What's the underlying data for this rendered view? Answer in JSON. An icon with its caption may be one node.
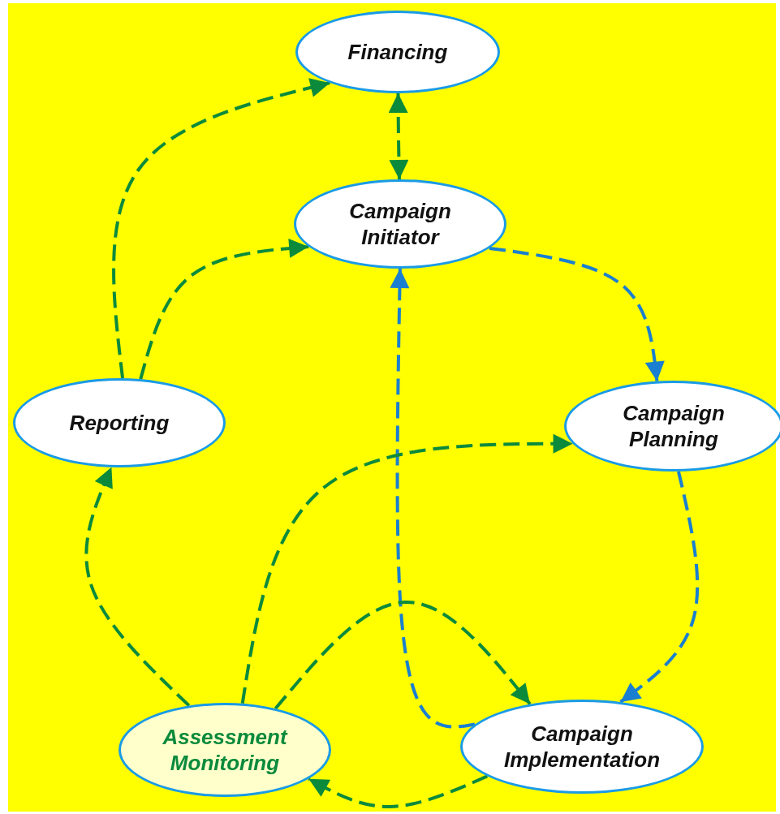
{
  "diagram": {
    "nodes": [
      {
        "text": [
          "Financing"
        ]
      },
      {
        "text": [
          "Campaign Initiator"
        ]
      },
      {
        "text": [
          "Reporting"
        ]
      },
      {
        "text": [
          "Campaign Planning"
        ]
      },
      {
        "text": [
          "Assessment Monitoring"
        ]
      },
      {
        "text": [
          "Campaign Implementation"
        ]
      }
    ],
    "edges": [
      {
        "from": 0,
        "to": 1,
        "arrow": "both",
        "style": "dashed"
      },
      {
        "from": 2,
        "to": 0,
        "arrow": "to",
        "style": "dashed"
      },
      {
        "from": 2,
        "to": 1,
        "arrow": "to",
        "style": "dashed"
      },
      {
        "from": 1,
        "to": 3,
        "arrow": "to",
        "style": "dashed",
        "color": "#1a7fd0"
      },
      {
        "from": 3,
        "to": 5,
        "arrow": "to",
        "style": "dashed",
        "color": "#1a7fd0"
      },
      {
        "from": 5,
        "to": 1,
        "arrow": "to",
        "style": "dashed",
        "color": "#1a7fd0"
      },
      {
        "from": 4,
        "to": 2,
        "arrow": "to",
        "style": "dashed"
      },
      {
        "from": 4,
        "to": 3,
        "arrow": "to",
        "style": "dashed"
      },
      {
        "from": 4,
        "to": 5,
        "arrow": "to",
        "style": "dashed"
      },
      {
        "from": 5,
        "to": 4,
        "arrow": "to",
        "style": "dashed"
      }
    ]
  }
}
